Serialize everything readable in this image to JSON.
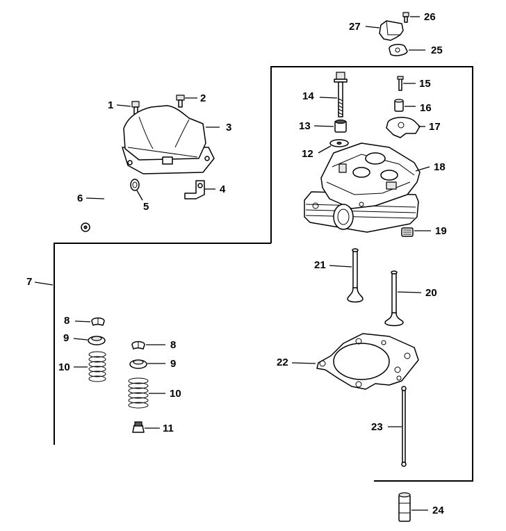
{
  "labels": {
    "p1": "1",
    "p2": "2",
    "p3": "3",
    "p4": "4",
    "p5": "5",
    "p6": "6",
    "p7": "7",
    "p8a": "8",
    "p8b": "8",
    "p9a": "9",
    "p9b": "9",
    "p10a": "10",
    "p10b": "10",
    "p11": "11",
    "p12": "12",
    "p13": "13",
    "p14": "14",
    "p15": "15",
    "p16": "16",
    "p17": "17",
    "p18": "18",
    "p19": "19",
    "p20": "20",
    "p21": "21",
    "p22": "22",
    "p23": "23",
    "p24": "24",
    "p25": "25",
    "p26": "26",
    "p27": "27"
  }
}
